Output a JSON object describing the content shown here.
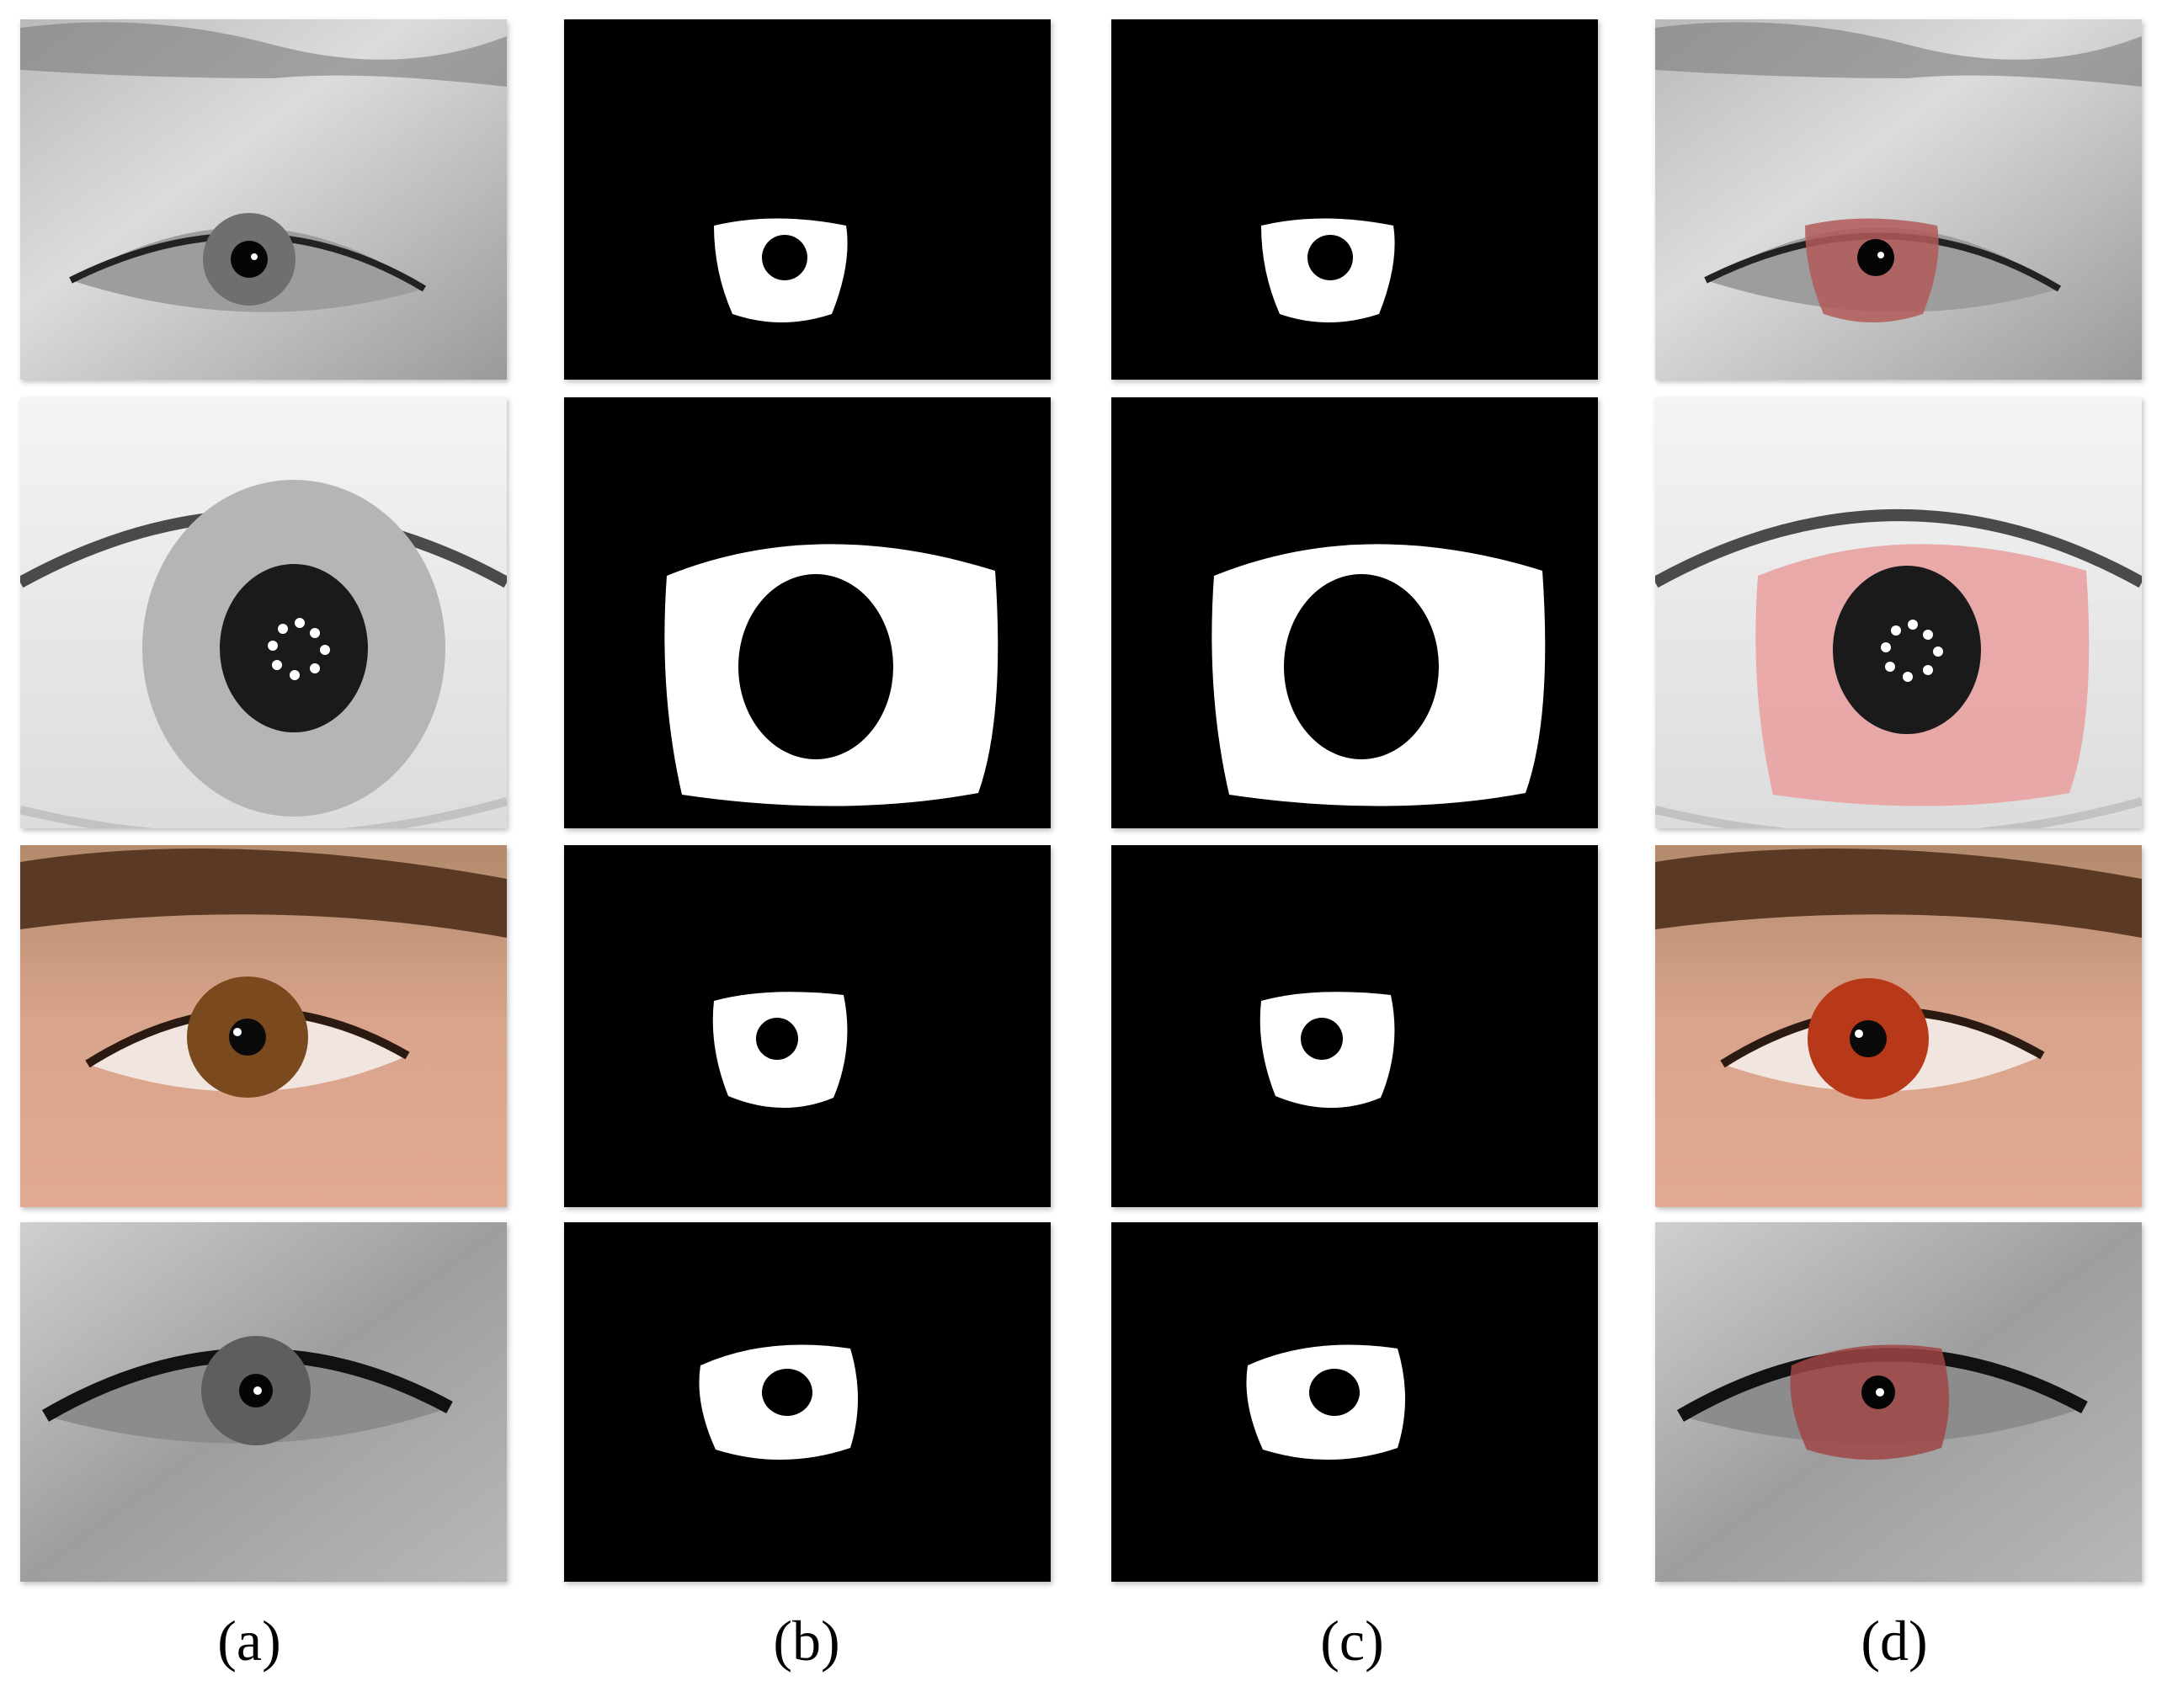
{
  "figure": {
    "panels": [
      {
        "id": "a",
        "label": "(a)"
      },
      {
        "id": "b",
        "label": "(b)"
      },
      {
        "id": "c",
        "label": "(c)"
      },
      {
        "id": "d",
        "label": "(d)"
      }
    ]
  },
  "colors": {
    "mask_background": "#000000",
    "mask_foreground": "#ffffff",
    "overlay_tint": "#e05a5a"
  }
}
